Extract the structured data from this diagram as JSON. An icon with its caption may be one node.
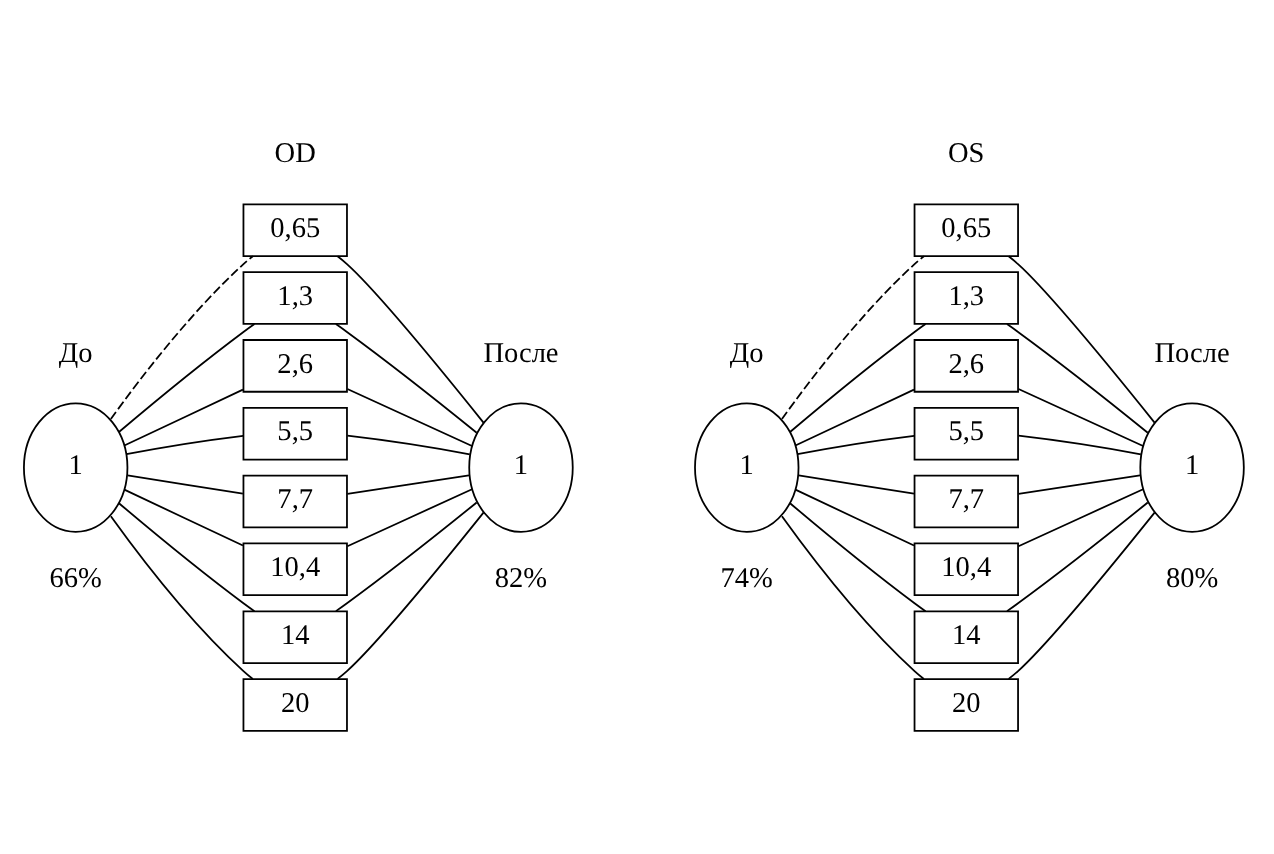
{
  "diagram": {
    "nodes": [
      {
        "text": [
          "1"
        ],
        "beside": [
          "До",
          "66%"
        ]
      },
      {
        "text": [
          "0,65"
        ]
      },
      {
        "text": [
          "1,3"
        ]
      },
      {
        "text": [
          "2,6"
        ]
      },
      {
        "text": [
          "5,5"
        ]
      },
      {
        "text": [
          "7,7"
        ]
      },
      {
        "text": [
          "10,4"
        ]
      },
      {
        "text": [
          "14"
        ]
      },
      {
        "text": [
          "20"
        ]
      },
      {
        "text": [
          "1"
        ],
        "beside": [
          "После",
          "82%"
        ]
      },
      {
        "text": [
          "1"
        ],
        "beside": [
          "До",
          "74%"
        ]
      },
      {
        "text": [
          "0,65"
        ]
      },
      {
        "text": [
          "1,3"
        ]
      },
      {
        "text": [
          "2,6"
        ]
      },
      {
        "text": [
          "5,5"
        ]
      },
      {
        "text": [
          "7,7"
        ]
      },
      {
        "text": [
          "10,4"
        ]
      },
      {
        "text": [
          "14"
        ]
      },
      {
        "text": [
          "20"
        ]
      },
      {
        "text": [
          "1"
        ],
        "beside": [
          "После",
          "80%"
        ]
      }
    ],
    "edges": [
      {
        "from": 0,
        "to": 1,
        "arrow": "none",
        "style": "dashed"
      },
      {
        "from": 0,
        "to": 2,
        "arrow": "none"
      },
      {
        "from": 0,
        "to": 3,
        "arrow": "none"
      },
      {
        "from": 0,
        "to": 4,
        "arrow": "none"
      },
      {
        "from": 0,
        "to": 5,
        "arrow": "none"
      },
      {
        "from": 0,
        "to": 6,
        "arrow": "none"
      },
      {
        "from": 0,
        "to": 7,
        "arrow": "none"
      },
      {
        "from": 0,
        "to": 8,
        "arrow": "none"
      },
      {
        "from": 1,
        "to": 9,
        "arrow": "none"
      },
      {
        "from": 2,
        "to": 9,
        "arrow": "none"
      },
      {
        "from": 3,
        "to": 9,
        "arrow": "none"
      },
      {
        "from": 4,
        "to": 9,
        "arrow": "none"
      },
      {
        "from": 5,
        "to": 9,
        "arrow": "none"
      },
      {
        "from": 6,
        "to": 9,
        "arrow": "none"
      },
      {
        "from": 7,
        "to": 9,
        "arrow": "none"
      },
      {
        "from": 8,
        "to": 9,
        "arrow": "none"
      },
      {
        "from": 10,
        "to": 11,
        "arrow": "none",
        "style": "dashed"
      },
      {
        "from": 10,
        "to": 12,
        "arrow": "none"
      },
      {
        "from": 10,
        "to": 13,
        "arrow": "none"
      },
      {
        "from": 10,
        "to": 14,
        "arrow": "none"
      },
      {
        "from": 10,
        "to": 15,
        "arrow": "none"
      },
      {
        "from": 10,
        "to": 16,
        "arrow": "none"
      },
      {
        "from": 10,
        "to": 17,
        "arrow": "none"
      },
      {
        "from": 10,
        "to": 18,
        "arrow": "none"
      },
      {
        "from": 11,
        "to": 19,
        "arrow": "none"
      },
      {
        "from": 12,
        "to": 19,
        "arrow": "none"
      },
      {
        "from": 13,
        "to": 19,
        "arrow": "none"
      },
      {
        "from": 14,
        "to": 19,
        "arrow": "none"
      },
      {
        "from": 15,
        "to": 19,
        "arrow": "none"
      },
      {
        "from": 16,
        "to": 19,
        "arrow": "none"
      },
      {
        "from": 17,
        "to": 19,
        "arrow": "none"
      },
      {
        "from": 18,
        "to": 19,
        "arrow": "none"
      }
    ],
    "labels": [
      "OD",
      "OS"
    ]
  }
}
